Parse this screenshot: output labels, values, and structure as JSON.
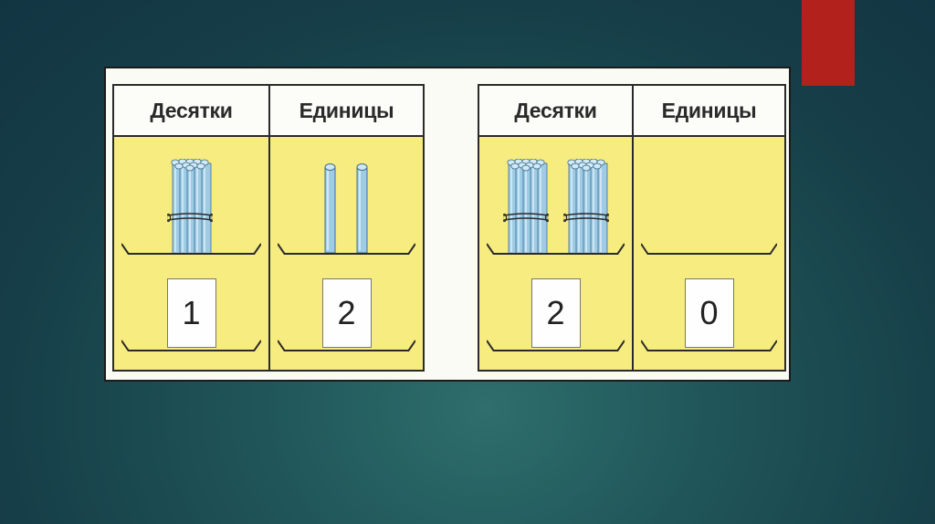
{
  "tables": [
    {
      "columns": [
        {
          "header": "Десятки",
          "bundles": 1,
          "sticks": 0,
          "digit": "1"
        },
        {
          "header": "Единицы",
          "bundles": 0,
          "sticks": 2,
          "digit": "2"
        }
      ]
    },
    {
      "columns": [
        {
          "header": "Десятки",
          "bundles": 2,
          "sticks": 0,
          "digit": "2"
        },
        {
          "header": "Единицы",
          "bundles": 0,
          "sticks": 0,
          "digit": "0"
        }
      ]
    }
  ],
  "colors": {
    "column_fill": "#f7ec80",
    "header_fill": "#fcfcf8",
    "stick": "#9ecbe6",
    "accent": "#b3211c"
  },
  "icons": [
    "ten-stick-bundle-icon",
    "counting-stick-icon"
  ]
}
